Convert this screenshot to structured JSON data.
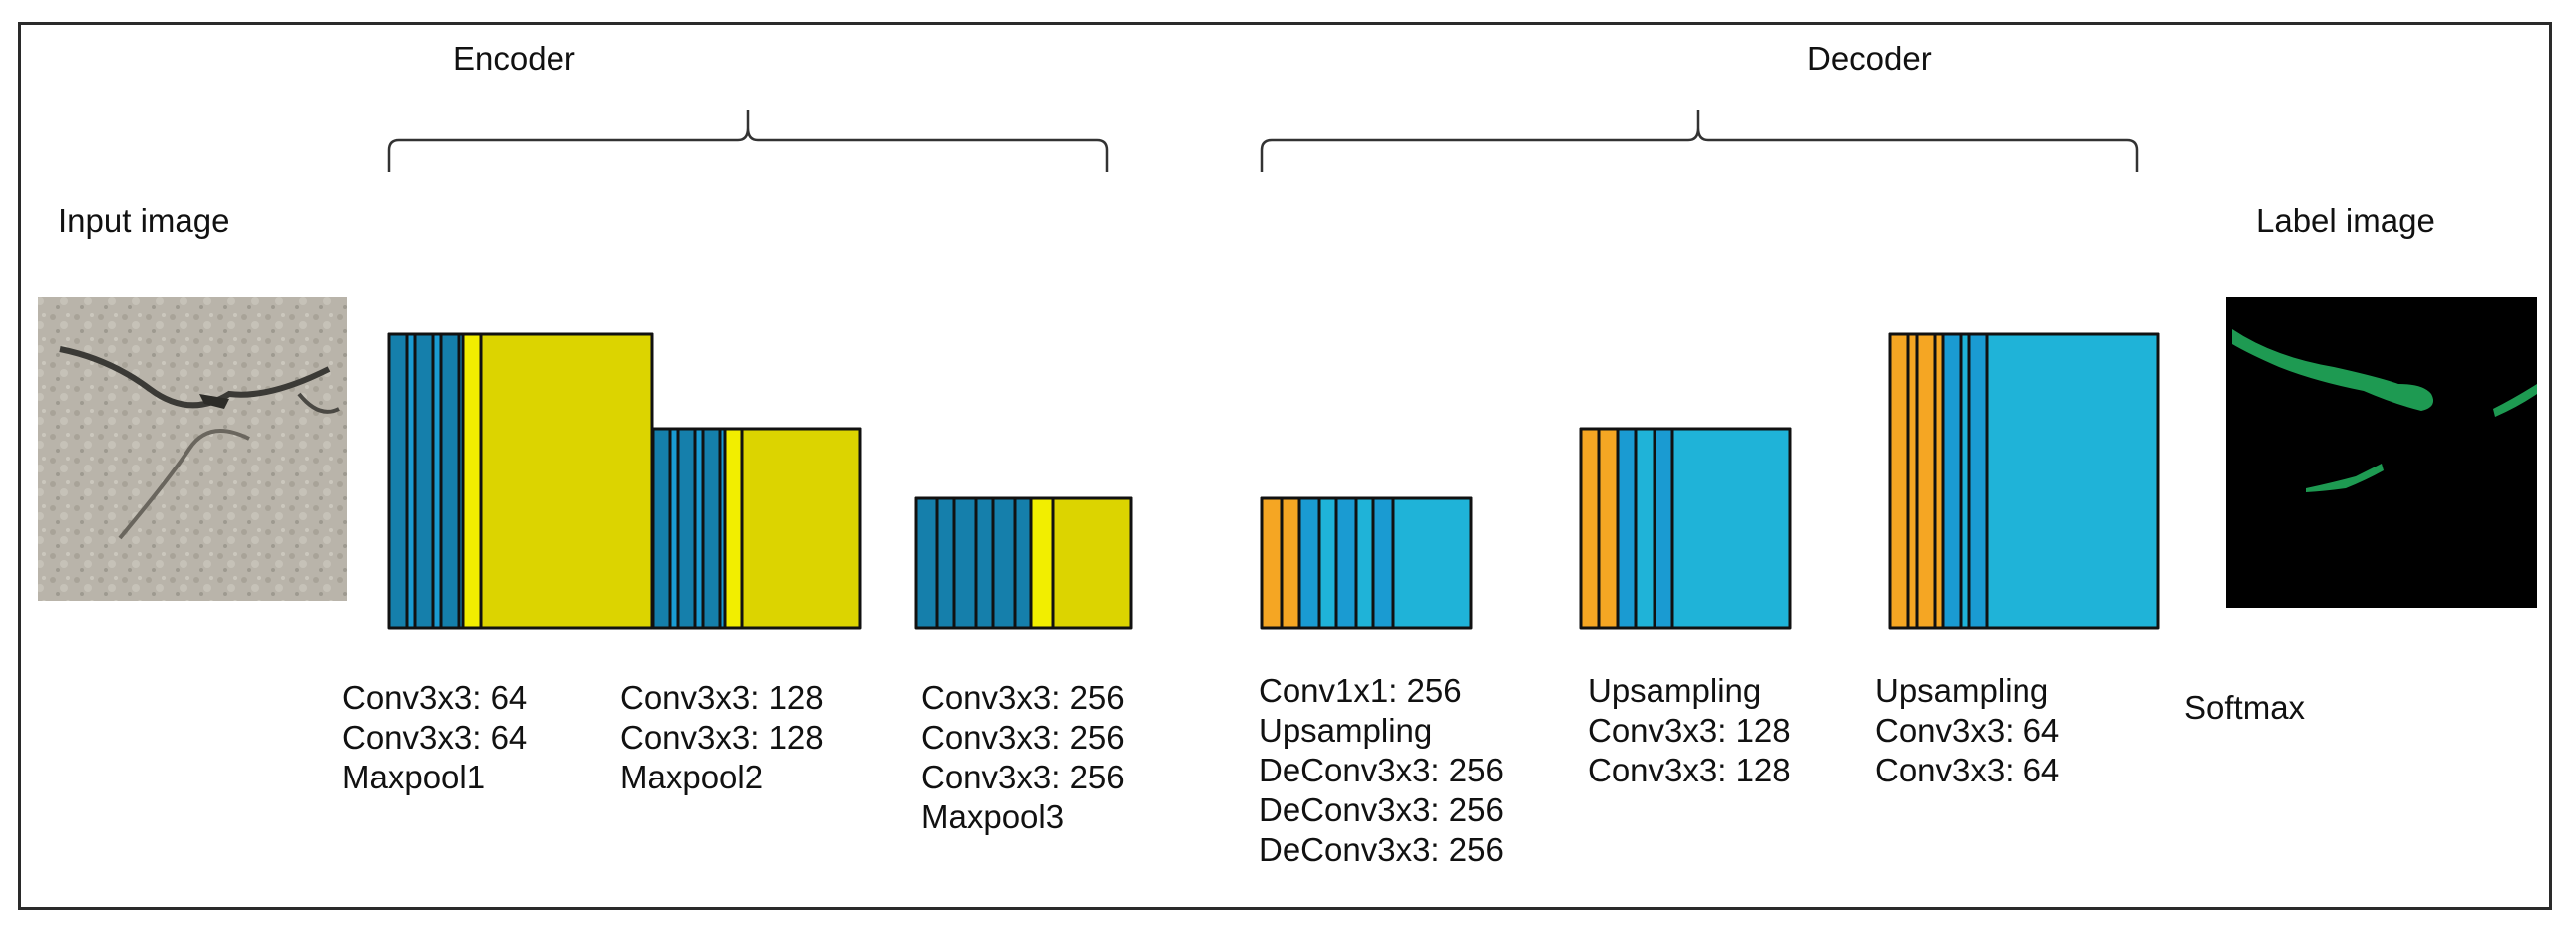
{
  "encoder": {
    "title": "Encoder"
  },
  "decoder": {
    "title": "Decoder"
  },
  "input": {
    "label": "Input image"
  },
  "output": {
    "label": "Label image",
    "op": "Softmax"
  },
  "blocks": [
    {
      "ops": [
        "Conv3x3: 64",
        "Conv3x3: 64",
        "Maxpool1"
      ]
    },
    {
      "ops": [
        "Conv3x3: 128",
        "Conv3x3: 128",
        "Maxpool2"
      ]
    },
    {
      "ops": [
        "Conv3x3: 256",
        "Conv3x3: 256",
        "Conv3x3: 256",
        "Maxpool3"
      ]
    },
    {
      "ops": [
        "Conv1x1: 256",
        "Upsampling",
        "DeConv3x3: 256",
        "DeConv3x3: 256",
        "DeConv3x3: 256"
      ]
    },
    {
      "ops": [
        "Upsampling",
        "Conv3x3: 128",
        "Conv3x3: 128"
      ]
    },
    {
      "ops": [
        "Upsampling",
        "Conv3x3: 64",
        "Conv3x3: 64"
      ]
    }
  ],
  "colors": {
    "conv_blue": "#1a9bd2",
    "conv_blue_dark": "#157fab",
    "pool_yellow": "#dcd400",
    "pool_yellow_side": "#f2ee00",
    "upsample_orange": "#f5a623",
    "decoder_blue": "#1fb3d8",
    "crack_green": "#1e9a52"
  }
}
